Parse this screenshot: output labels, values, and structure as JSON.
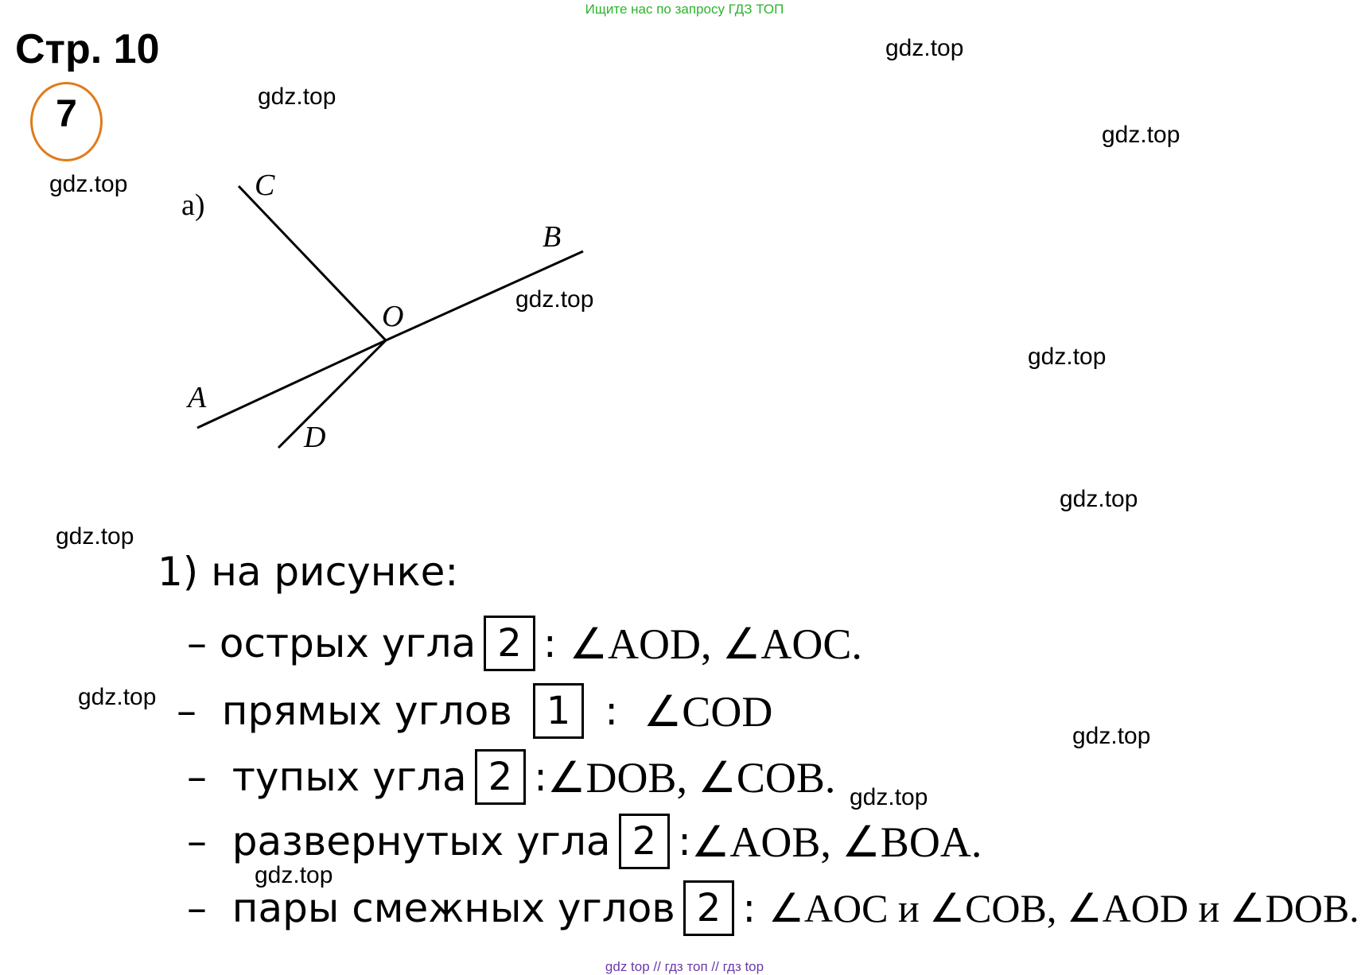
{
  "banner": "Ищите нас по запросу ГДЗ ТОП",
  "page_title": "Стр. 10",
  "task_number": "7",
  "watermark": "gdz.top",
  "figure": {
    "part_label": "а)",
    "points": {
      "A": "A",
      "B": "B",
      "C": "C",
      "D": "D",
      "O": "O"
    }
  },
  "answer": {
    "heading": "1) на рисунке:",
    "rows": [
      {
        "dash": "–",
        "label": "острых угла",
        "count": "2",
        "sep": ":",
        "angles": "∠AOD, ∠AOC."
      },
      {
        "dash": "–",
        "label": "прямых углов",
        "count": "1",
        "sep": ":",
        "angles": "∠COD"
      },
      {
        "dash": "–",
        "label": "тупых угла",
        "count": "2",
        "sep": ":",
        "angles": "∠DOB, ∠COB."
      },
      {
        "dash": "–",
        "label": "развернутых угла",
        "count": "2",
        "sep": ":",
        "angles": "∠AOB, ∠BOA."
      },
      {
        "dash": "–",
        "label": "пары смежных углов",
        "count": "2",
        "sep": ":",
        "angles": "∠AOC и ∠COB, ∠AOD и ∠DOB."
      }
    ]
  },
  "footer": "gdz top  //  гдз топ  //  гдз top",
  "colors": {
    "circle": "#e07b1a",
    "banner": "#2db32d",
    "footer": "#6a3aa8"
  }
}
